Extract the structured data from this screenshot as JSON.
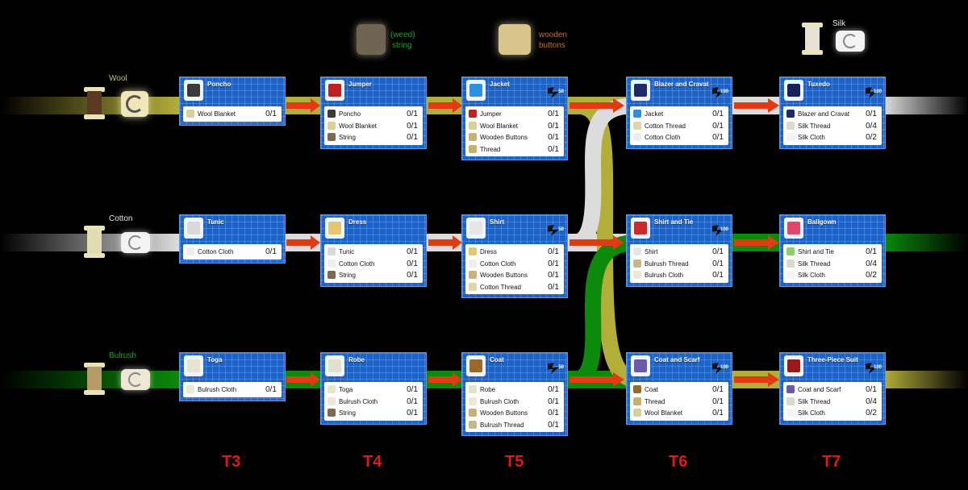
{
  "colors": {
    "wool": "#b3ae3a",
    "cotton": "#dcdcdc",
    "bulrush": "#0b8a0b",
    "arrow": "#e23a12",
    "tier": "#e01a1a",
    "card": "#1b63c9"
  },
  "materials": {
    "wool": {
      "label": "Wool"
    },
    "cotton": {
      "label": "Cotton"
    },
    "bulrush": {
      "label": "Bulrush"
    },
    "string": {
      "label_line1": "(weed)",
      "label_line2": "string"
    },
    "buttons": {
      "label_line1": "wooden",
      "label_line2": "buttons"
    },
    "silk": {
      "label": "Silk"
    }
  },
  "tiers": [
    "T3",
    "T4",
    "T5",
    "T6",
    "T7"
  ],
  "cards": [
    {
      "title": "Poncho",
      "badge": "",
      "icon": "#3a3a3a",
      "ingredients": [
        {
          "name": "Wool Blanket",
          "qty": "0/1",
          "icon": "#d8cf9a"
        }
      ]
    },
    {
      "title": "Jumper",
      "badge": "",
      "icon": "#c02020",
      "ingredients": [
        {
          "name": "Poncho",
          "qty": "0/1",
          "icon": "#3a3a3a"
        },
        {
          "name": "Wool Blanket",
          "qty": "0/1",
          "icon": "#d8cf9a"
        },
        {
          "name": "String",
          "qty": "0/1",
          "icon": "#7a6a50"
        }
      ]
    },
    {
      "title": "Jacket",
      "badge": "50",
      "icon": "#2f8fe0",
      "ingredients": [
        {
          "name": "Jumper",
          "qty": "0/1",
          "icon": "#c02020"
        },
        {
          "name": "Wool Blanket",
          "qty": "0/1",
          "icon": "#d8cf9a"
        },
        {
          "name": "Wooden Buttons",
          "qty": "0/1",
          "icon": "#c9b27a"
        },
        {
          "name": "Thread",
          "qty": "0/1",
          "icon": "#c8b26a"
        }
      ]
    },
    {
      "title": "Blazer and Cravat",
      "badge": "100",
      "icon": "#1c2a6a",
      "ingredients": [
        {
          "name": "Jacket",
          "qty": "0/1",
          "icon": "#2f8fe0"
        },
        {
          "name": "Cotton Thread",
          "qty": "0/1",
          "icon": "#e0d6a8"
        },
        {
          "name": "Cotton Cloth",
          "qty": "0/1",
          "icon": "#eeeeee"
        }
      ]
    },
    {
      "title": "Tuxedo",
      "badge": "100",
      "icon": "#15205a",
      "ingredients": [
        {
          "name": "Blazer and Cravat",
          "qty": "0/1",
          "icon": "#1c2a6a"
        },
        {
          "name": "Silk Thread",
          "qty": "0/4",
          "icon": "#dcd9c8"
        },
        {
          "name": "Silk Cloth",
          "qty": "0/2",
          "icon": "#f4f4f4"
        }
      ]
    },
    {
      "title": "Tunic",
      "badge": "",
      "icon": "#d9d9d9",
      "ingredients": [
        {
          "name": "Cotton Cloth",
          "qty": "0/1",
          "icon": "#eeeeee"
        }
      ]
    },
    {
      "title": "Dress",
      "badge": "",
      "icon": "#e3c66e",
      "ingredients": [
        {
          "name": "Tunic",
          "qty": "0/1",
          "icon": "#d9d9d9"
        },
        {
          "name": "Cotton Cloth",
          "qty": "0/1",
          "icon": "#eeeeee"
        },
        {
          "name": "String",
          "qty": "0/1",
          "icon": "#7a6a50"
        }
      ]
    },
    {
      "title": "Shirt",
      "badge": "50",
      "icon": "#e6e6e6",
      "ingredients": [
        {
          "name": "Dress",
          "qty": "0/1",
          "icon": "#e3c66e"
        },
        {
          "name": "Cotton Cloth",
          "qty": "0/1",
          "icon": "#eeeeee"
        },
        {
          "name": "Wooden Buttons",
          "qty": "0/1",
          "icon": "#c9b27a"
        },
        {
          "name": "Cotton Thread",
          "qty": "0/1",
          "icon": "#e0d6a8"
        }
      ]
    },
    {
      "title": "Shirt and Tie",
      "badge": "100",
      "icon": "#cc2b2b",
      "ingredients": [
        {
          "name": "Shirt",
          "qty": "0/1",
          "icon": "#e6e6e6"
        },
        {
          "name": "Bulrush Thread",
          "qty": "0/1",
          "icon": "#c8b889"
        },
        {
          "name": "Bulrush Cloth",
          "qty": "0/1",
          "icon": "#ede9d6"
        }
      ]
    },
    {
      "title": "Ballgown",
      "badge": "",
      "icon": "#e0486a",
      "ingredients": [
        {
          "name": "Shirt and Tie",
          "qty": "0/1",
          "icon": "#8fcf6a"
        },
        {
          "name": "Silk Thread",
          "qty": "0/4",
          "icon": "#dcd9c8"
        },
        {
          "name": "Silk Cloth",
          "qty": "0/2",
          "icon": "#f4f4f4"
        }
      ]
    },
    {
      "title": "Toga",
      "badge": "",
      "icon": "#e8e4d0",
      "ingredients": [
        {
          "name": "Bulrush Cloth",
          "qty": "0/1",
          "icon": "#ede9d6"
        }
      ]
    },
    {
      "title": "Robe",
      "badge": "",
      "icon": "#e3e0cc",
      "ingredients": [
        {
          "name": "Toga",
          "qty": "0/1",
          "icon": "#e8e4d0"
        },
        {
          "name": "Bulrush Cloth",
          "qty": "0/1",
          "icon": "#ede9d6"
        },
        {
          "name": "String",
          "qty": "0/1",
          "icon": "#7a6a50"
        }
      ]
    },
    {
      "title": "Coat",
      "badge": "50",
      "icon": "#9a6a2a",
      "ingredients": [
        {
          "name": "Robe",
          "qty": "0/1",
          "icon": "#e3e0cc"
        },
        {
          "name": "Bulrush Cloth",
          "qty": "0/1",
          "icon": "#ede9d6"
        },
        {
          "name": "Wooden Buttons",
          "qty": "0/1",
          "icon": "#c9b27a"
        },
        {
          "name": "Bulrush Thread",
          "qty": "0/1",
          "icon": "#c8b889"
        }
      ]
    },
    {
      "title": "Coat and Scarf",
      "badge": "100",
      "icon": "#6a5aa8",
      "ingredients": [
        {
          "name": "Coat",
          "qty": "0/1",
          "icon": "#9a6a2a"
        },
        {
          "name": "Thread",
          "qty": "0/1",
          "icon": "#c8b26a"
        },
        {
          "name": "Wool Blanket",
          "qty": "0/1",
          "icon": "#d8cf9a"
        }
      ]
    },
    {
      "title": "Three-Piece Suit",
      "badge": "100",
      "icon": "#9a1a1a",
      "ingredients": [
        {
          "name": "Coat and Scarf",
          "qty": "0/1",
          "icon": "#6a5aa8"
        },
        {
          "name": "Silk Thread",
          "qty": "0/4",
          "icon": "#dcd9c8"
        },
        {
          "name": "Silk Cloth",
          "qty": "0/2",
          "icon": "#f4f4f4"
        }
      ]
    }
  ]
}
